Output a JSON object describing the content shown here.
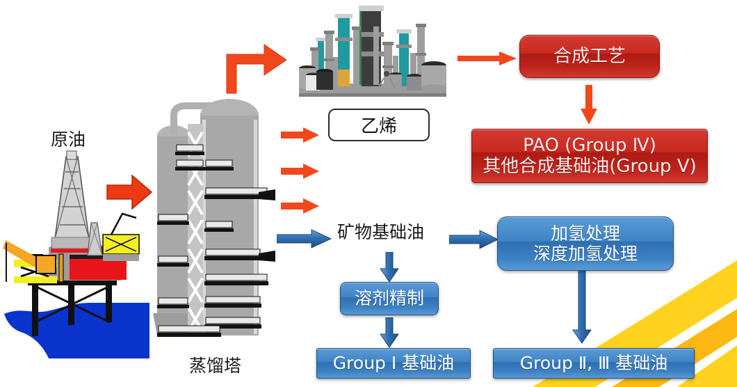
{
  "diagram": {
    "title_semantics": "base-oil-production-flow-diagram",
    "labels": {
      "crude_oil": "原油",
      "distillation_tower": "蒸馏塔",
      "ethylene": "乙烯",
      "mineral_base_oil": "矿物基础油"
    },
    "boxes": {
      "synthesis_process": "合成工艺",
      "pao_line1": "PAO (Group Ⅳ)",
      "pao_line2": "其他合成基础油(Group V)",
      "hydro_line1": "加氢处理",
      "hydro_line2": "深度加氢处理",
      "solvent_refining": "溶剂精制",
      "group_i": "Group Ⅰ 基础油",
      "group_ii_iii": "Group Ⅱ, Ⅲ 基础油"
    },
    "icons": {
      "oil_rig": "offshore-oil-rig-icon",
      "refinery": "refinery-plant-icon",
      "tower": "distillation-tower-icon",
      "swoosh": "yellow-swoosh-decoration"
    },
    "arrows": {
      "crude_to_tower": "red-arrow-right",
      "tower_to_refinery": "red-elbow-arrow",
      "tower_cuts": "red-arrow-right",
      "refinery_to_synthesis": "red-arrow-right",
      "synthesis_to_pao": "red-arrow-down",
      "tower_to_mineral_oil": "blue-arrow-right",
      "mineral_to_hydro": "blue-arrow-right",
      "mineral_to_solvent": "blue-arrow-down",
      "solvent_to_group_i": "blue-arrow-down",
      "hydro_to_group_ii_iii": "blue-arrow-down"
    },
    "colors": {
      "red_accent": "#e8401a",
      "red_box": "#c92a20",
      "blue_accent": "#2e6fae",
      "blue_box": "#3f84c6",
      "yellow_decor": "#ffd21f",
      "water": "#0033cc",
      "tower_grey": "#a6a6a6"
    }
  }
}
